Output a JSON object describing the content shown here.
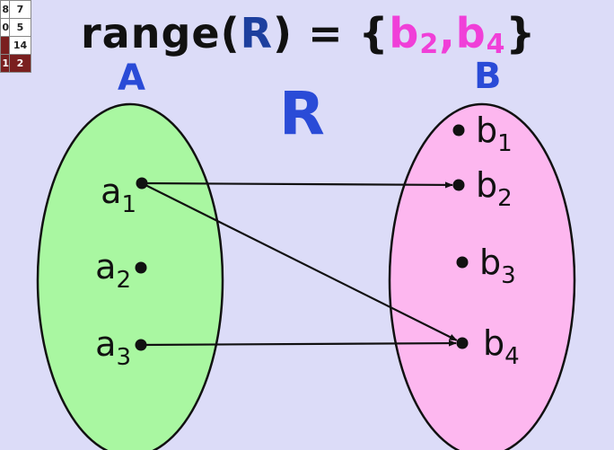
{
  "title": {
    "prefix": "range(",
    "relation": "R",
    "middle": ") = {",
    "elements": [
      {
        "base": "b",
        "sub": "2"
      },
      {
        "base": "b",
        "sub": "4"
      }
    ],
    "separator": ",",
    "suffix": "}"
  },
  "relation_label": "R",
  "sets": [
    {
      "label": "A",
      "fill": "#a9f7a1",
      "elements": [
        {
          "base": "a",
          "sub": "1"
        },
        {
          "base": "a",
          "sub": "2"
        },
        {
          "base": "a",
          "sub": "3"
        }
      ]
    },
    {
      "label": "B",
      "fill": "#fdb7ef",
      "elements": [
        {
          "base": "b",
          "sub": "1"
        },
        {
          "base": "b",
          "sub": "2"
        },
        {
          "base": "b",
          "sub": "3"
        },
        {
          "base": "b",
          "sub": "4"
        }
      ]
    }
  ],
  "mappings": [
    {
      "from": "a1",
      "to": "b2"
    },
    {
      "from": "a1",
      "to": "b4"
    },
    {
      "from": "a3",
      "to": "b4"
    }
  ],
  "corner_grid": [
    [
      "8",
      "7"
    ],
    [
      "0",
      "5"
    ],
    [
      "",
      "14"
    ],
    [
      "1",
      "2"
    ]
  ],
  "colors": {
    "background": "#dcdcf8",
    "relation_blue": "#2a4bd7",
    "title_relation": "#1d3f9e",
    "element_pink": "#f03fd8",
    "grid_dark": "#7a1f1f"
  }
}
